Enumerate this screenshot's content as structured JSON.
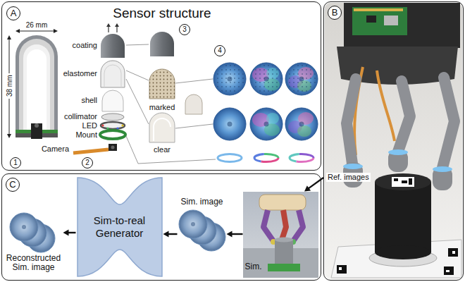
{
  "diagram": {
    "nodes": [
      {
        "text": [
          "A",
          "Sensor structure"
        ]
      },
      {
        "text": [
          "B"
        ]
      },
      {
        "text": [
          "C"
        ]
      },
      {
        "text": [
          "Reconstructed Sim. image"
        ],
        "in": 2
      },
      {
        "text": [
          "Sim-to-real Generator"
        ],
        "in": 2
      },
      {
        "text": [
          "Sim. image"
        ],
        "in": 2
      },
      {
        "text": [
          "Sim."
        ],
        "in": 2
      }
    ],
    "edges": [
      {
        "from": 1,
        "to": 6,
        "label": "Ref. images",
        "arrow": "to"
      },
      {
        "from": 6,
        "to": 5,
        "arrow": "to"
      },
      {
        "from": 5,
        "to": 4,
        "arrow": "to"
      },
      {
        "from": 4,
        "to": 3,
        "arrow": "to"
      }
    ],
    "labels": [
      "26 mm",
      "38 mm",
      "1",
      "coating",
      "elastomer",
      "shell",
      "collimator",
      "LED",
      "Mount",
      "Camera",
      "2",
      "3",
      "marked",
      "clear",
      "4"
    ]
  }
}
